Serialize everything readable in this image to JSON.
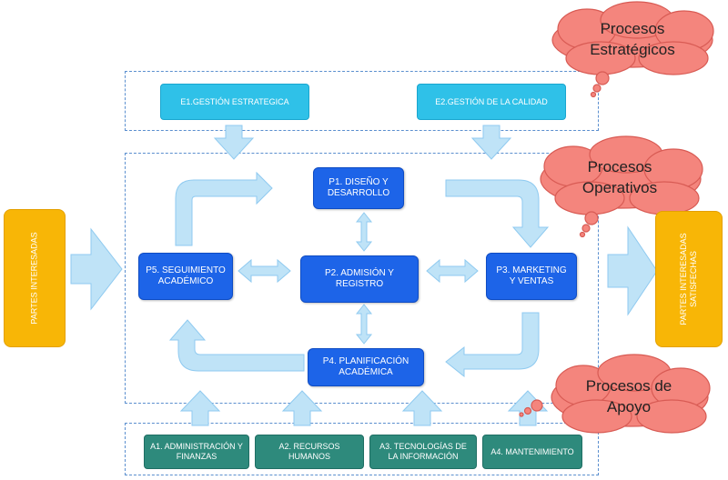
{
  "clouds": {
    "strategic": {
      "line1": "Procesos",
      "line2": "Estratégicos"
    },
    "operative": {
      "line1": "Procesos",
      "line2": "Operativos"
    },
    "support": {
      "line1": "Procesos de",
      "line2": "Apoyo"
    }
  },
  "strategic": [
    {
      "label": "E1.GESTIÓN ESTRATEGICA"
    },
    {
      "label": "E2.GESTIÓN DE LA CALIDAD"
    }
  ],
  "operative": {
    "p1": "P1. DISEÑO Y DESARROLLO",
    "p2": "P2. ADMISIÓN Y REGISTRO",
    "p3": "P3. MARKETING Y VENTAS",
    "p4": "P4. PLANIFICACIÓN ACADÉMICA",
    "p5": "P5. SEGUIMIENTO ACADÉMICO"
  },
  "support": [
    {
      "label": "A1. ADMINISTRACIÓN Y FINANZAS"
    },
    {
      "label": "A2. RECURSOS HUMANOS"
    },
    {
      "label": "A3. TECNOLOGÍAS DE LA INFORMACIÓN"
    },
    {
      "label": "A4. MANTENIMIENTO"
    }
  ],
  "stakeholders": {
    "input": "PARTES INTERESADAS",
    "output_line1": "PARTES INTERESADAS",
    "output_line2": "SATISFECHAS"
  },
  "colors": {
    "strategic": "#2fc1e8",
    "operative": "#1d64e8",
    "support": "#2e8a7c",
    "stakeholders": "#f8b606",
    "arrows": "#bfe3f7",
    "clouds": "#f4857d"
  }
}
